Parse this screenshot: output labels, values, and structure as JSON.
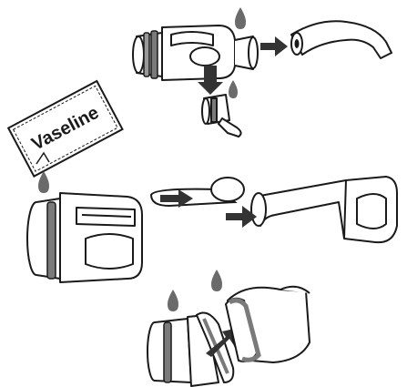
{
  "diagram": {
    "packet_label": "Vaseline",
    "colors": {
      "ink": "#1a1a1a",
      "drop": "#6a6a6a",
      "seal": "#7a7a7a",
      "arrow": "#333333",
      "paper": "#ffffff"
    },
    "icons": {
      "drop": "lubricant-drop-icon",
      "arrow": "direction-arrow-icon"
    },
    "steps": [
      {
        "name": "step-1",
        "description_visible": false
      },
      {
        "name": "step-2",
        "description_visible": false
      },
      {
        "name": "step-3",
        "description_visible": false
      }
    ]
  }
}
